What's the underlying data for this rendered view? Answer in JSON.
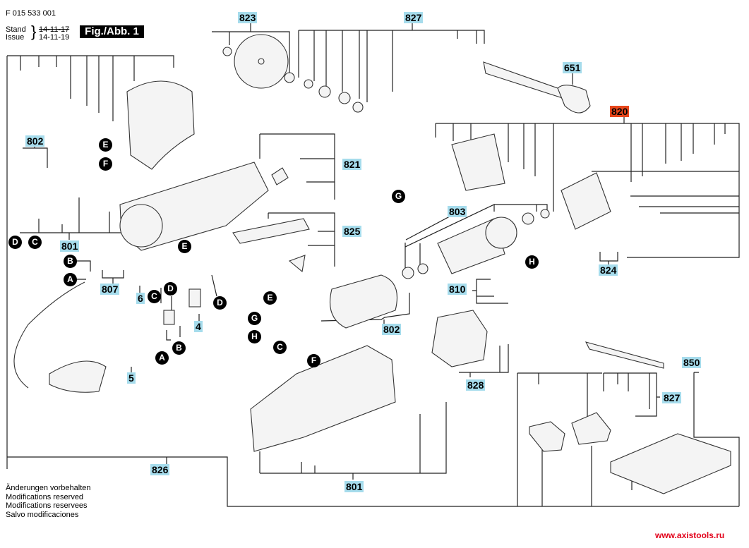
{
  "header": {
    "part_number": "F 015 533 001",
    "stand_label": "Stand",
    "issue_label": "Issue",
    "old_date": "14-11-17",
    "new_date": "14-11-19",
    "figure_label": "Fig./Abb. 1"
  },
  "footer": {
    "lines": [
      "Änderungen vorbehalten",
      "Modifications reserved",
      "Modifications reservees",
      "Salvo modificaciones"
    ],
    "website": "www.axistools.ru"
  },
  "colors": {
    "tag_bg": "#a6dcec",
    "highlight_tag_bg": "#e8471c",
    "url": "#e2001a"
  },
  "part_tags": [
    {
      "id": "823",
      "label": "823"
    },
    {
      "id": "827-top",
      "label": "827"
    },
    {
      "id": "651",
      "label": "651"
    },
    {
      "id": "820",
      "label": "820",
      "highlight": true
    },
    {
      "id": "802-left",
      "label": "802"
    },
    {
      "id": "821",
      "label": "821"
    },
    {
      "id": "825",
      "label": "825"
    },
    {
      "id": "801-left",
      "label": "801"
    },
    {
      "id": "807",
      "label": "807"
    },
    {
      "id": "6",
      "label": "6"
    },
    {
      "id": "4",
      "label": "4"
    },
    {
      "id": "5",
      "label": "5"
    },
    {
      "id": "803",
      "label": "803"
    },
    {
      "id": "810",
      "label": "810"
    },
    {
      "id": "802-mid",
      "label": "802"
    },
    {
      "id": "824",
      "label": "824"
    },
    {
      "id": "828",
      "label": "828"
    },
    {
      "id": "850",
      "label": "850"
    },
    {
      "id": "827-right",
      "label": "827"
    },
    {
      "id": "801-bottom",
      "label": "801"
    },
    {
      "id": "826",
      "label": "826"
    }
  ],
  "connectors": [
    {
      "id": "E1",
      "label": "E"
    },
    {
      "id": "F1",
      "label": "F"
    },
    {
      "id": "D1",
      "label": "D"
    },
    {
      "id": "C1",
      "label": "C"
    },
    {
      "id": "B1",
      "label": "B"
    },
    {
      "id": "A1",
      "label": "A"
    },
    {
      "id": "E2",
      "label": "E"
    },
    {
      "id": "C2",
      "label": "C"
    },
    {
      "id": "D2",
      "label": "D"
    },
    {
      "id": "D3",
      "label": "D"
    },
    {
      "id": "A2",
      "label": "A"
    },
    {
      "id": "B2",
      "label": "B"
    },
    {
      "id": "G1",
      "label": "G"
    },
    {
      "id": "H1",
      "label": "H"
    },
    {
      "id": "E3",
      "label": "E"
    },
    {
      "id": "G2",
      "label": "G"
    },
    {
      "id": "H2",
      "label": "H"
    },
    {
      "id": "C3",
      "label": "C"
    },
    {
      "id": "F2",
      "label": "F"
    }
  ]
}
